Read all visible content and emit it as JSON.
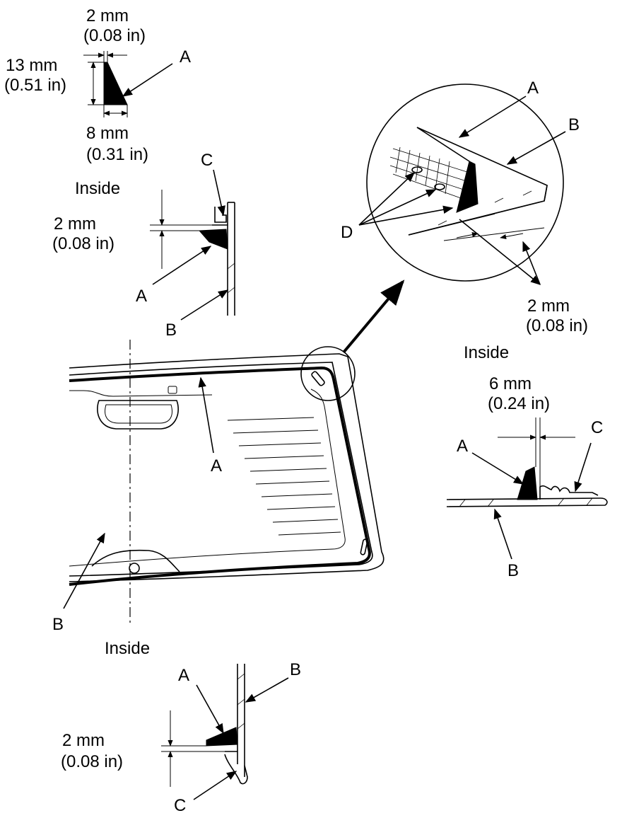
{
  "callout_labels": {
    "bead_a": "A",
    "glass_b": "B",
    "molding_c": "C",
    "spacer_d": "D"
  },
  "inside_label": "Inside",
  "bead_profile": {
    "top_width_mm": "2 mm",
    "top_width_in": "(0.08 in)",
    "height_mm": "13 mm",
    "height_in": "(0.51 in)",
    "base_width_mm": "8 mm",
    "base_width_in": "(0.31 in)"
  },
  "top_section": {
    "gap_mm": "2 mm",
    "gap_in": "(0.08 in)"
  },
  "detail_circle": {
    "gap_mm": "2 mm",
    "gap_in": "(0.08 in)"
  },
  "side_section": {
    "offset_mm": "6 mm",
    "offset_in": "(0.24 in)"
  },
  "bottom_section": {
    "gap_mm": "2 mm",
    "gap_in": "(0.08 in)"
  },
  "colors": {
    "ink": "#000000",
    "background": "#ffffff"
  }
}
